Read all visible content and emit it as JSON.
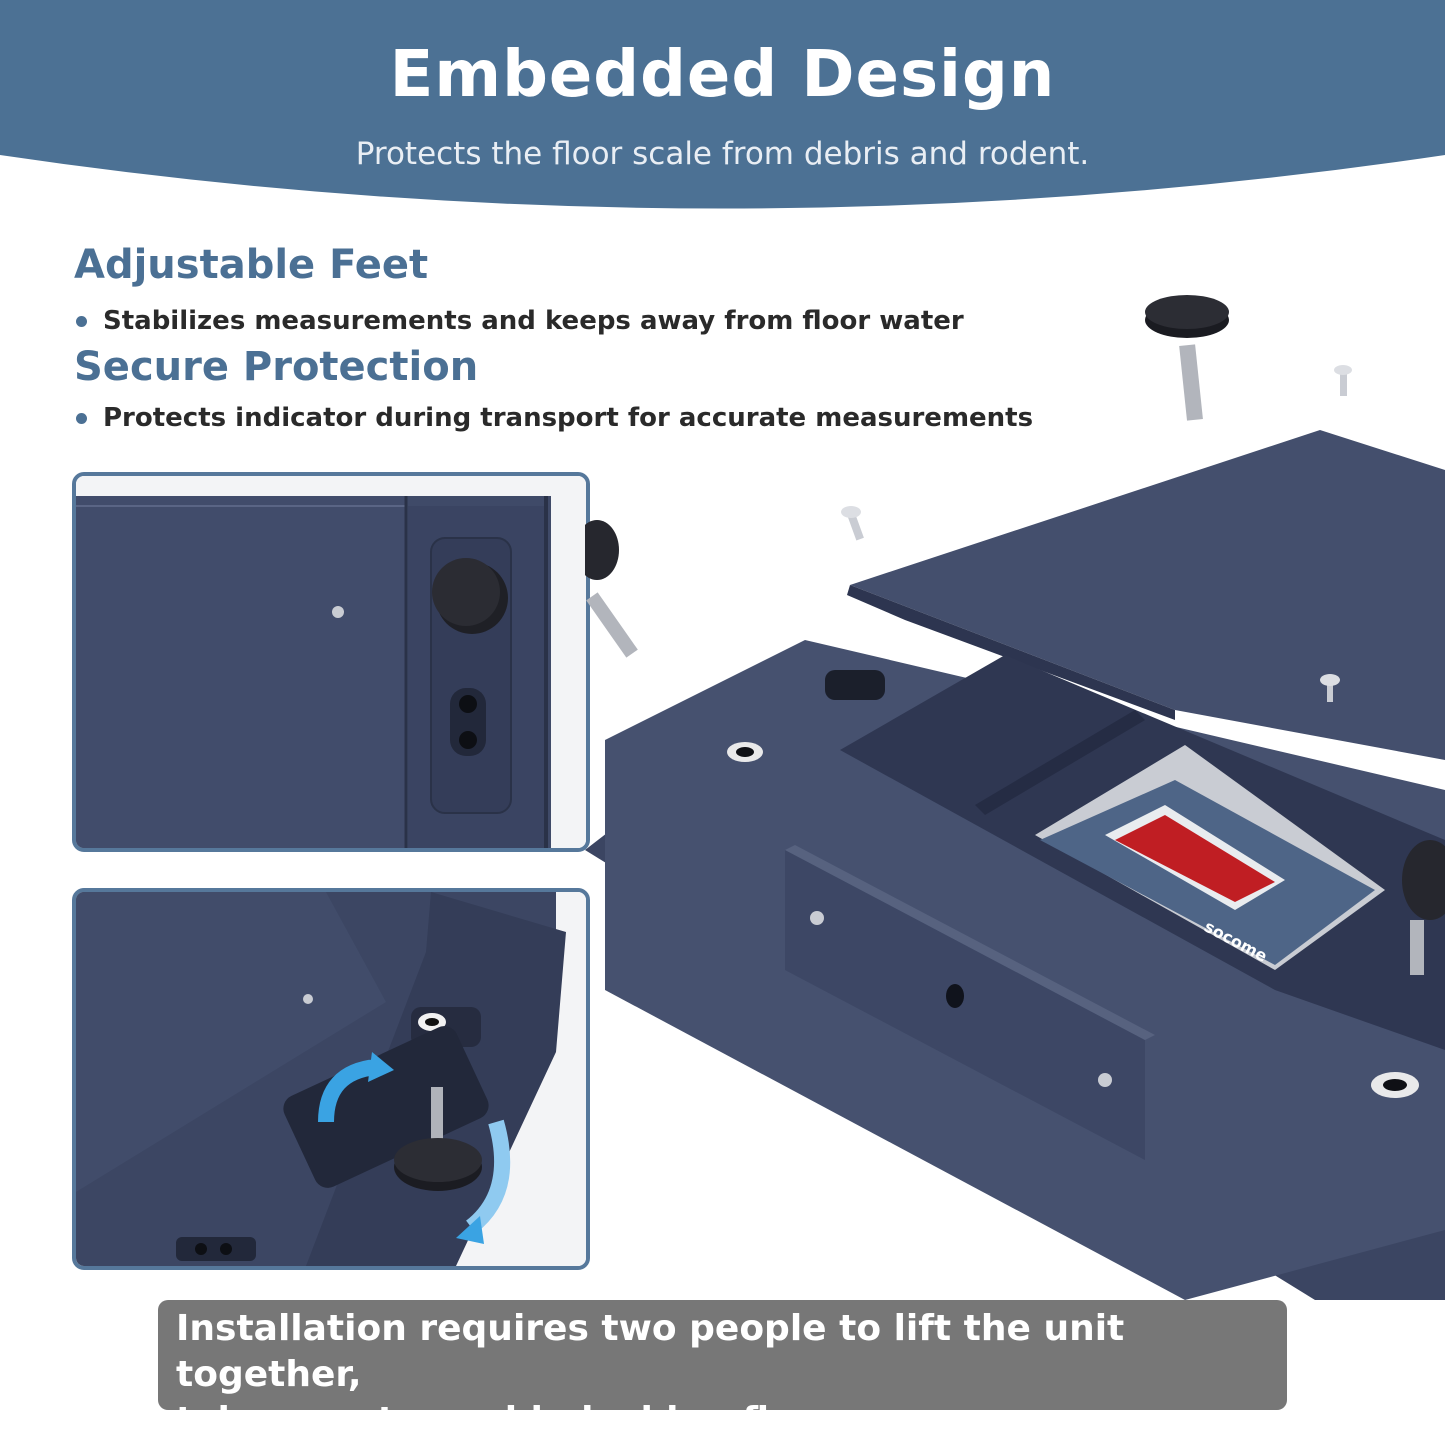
{
  "banner": {
    "title": "Embedded Design",
    "subtitle": "Protects the floor scale from debris and rodent.",
    "color": "#4c7194"
  },
  "features": [
    {
      "heading": "Adjustable Feet",
      "bullet": "Stabilizes measurements and keeps away from floor water"
    },
    {
      "heading": "Secure Protection",
      "bullet": "Protects indicator during transport for accurate measurements"
    }
  ],
  "indicator": {
    "brand": "socome"
  },
  "notice": {
    "line1": "Installation requires two people to lift the unit together,",
    "line2": "take care to avoid pinching fingers."
  },
  "colors": {
    "accent": "#4b7094",
    "body": "#3d4866",
    "notice_bg": "#777777"
  }
}
